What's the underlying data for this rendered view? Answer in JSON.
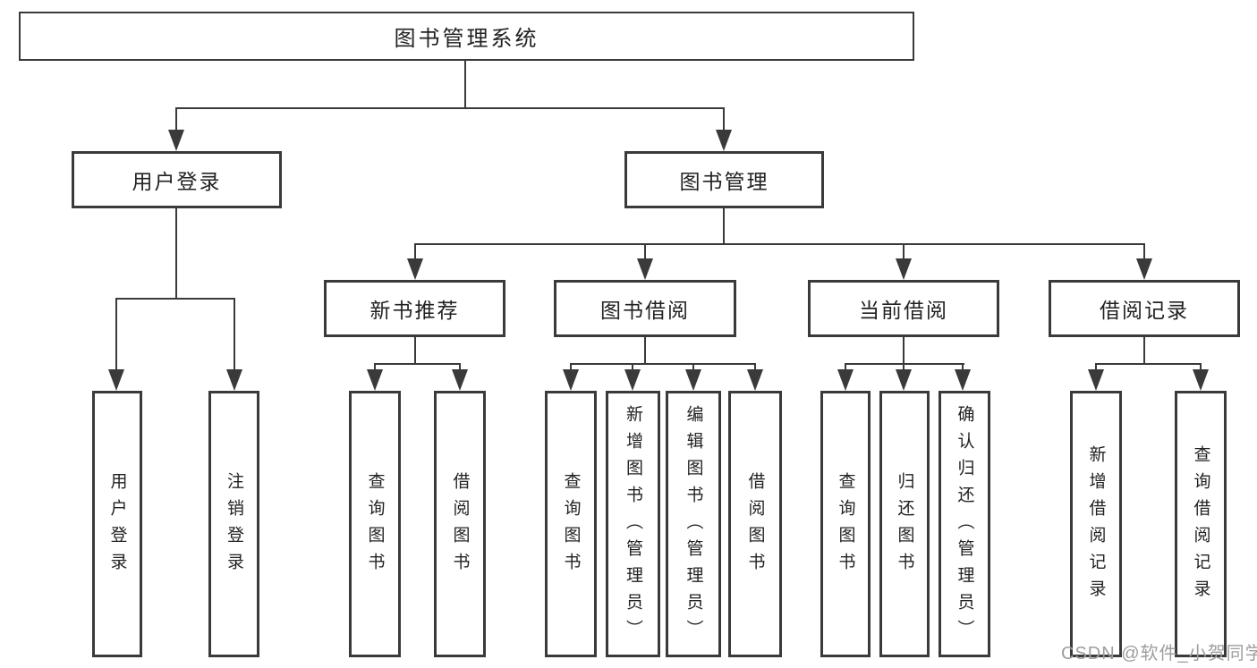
{
  "colors": {
    "line": "#3a3a3a",
    "box_border": "#3a3a3a",
    "text": "#222222",
    "watermark": "#9e9e9e",
    "background": "#ffffff"
  },
  "watermark": "CSDN @软件_小贺同学",
  "tree": {
    "label": "图书管理系统",
    "children": [
      {
        "label": "用户登录",
        "children": [
          {
            "label": "用户登录"
          },
          {
            "label": "注销登录"
          }
        ]
      },
      {
        "label": "图书管理",
        "children": [
          {
            "label": "新书推荐",
            "children": [
              {
                "label": "查询图书"
              },
              {
                "label": "借阅图书"
              }
            ]
          },
          {
            "label": "图书借阅",
            "children": [
              {
                "label": "查询图书"
              },
              {
                "label": "新增图书（管理员）"
              },
              {
                "label": "编辑图书（管理员）"
              },
              {
                "label": "借阅图书"
              }
            ]
          },
          {
            "label": "当前借阅",
            "children": [
              {
                "label": "查询图书"
              },
              {
                "label": "归还图书"
              },
              {
                "label": "确认归还（管理员）"
              }
            ]
          },
          {
            "label": "借阅记录",
            "children": [
              {
                "label": "新增借阅记录"
              },
              {
                "label": "查询借阅记录"
              }
            ]
          }
        ]
      }
    ]
  }
}
